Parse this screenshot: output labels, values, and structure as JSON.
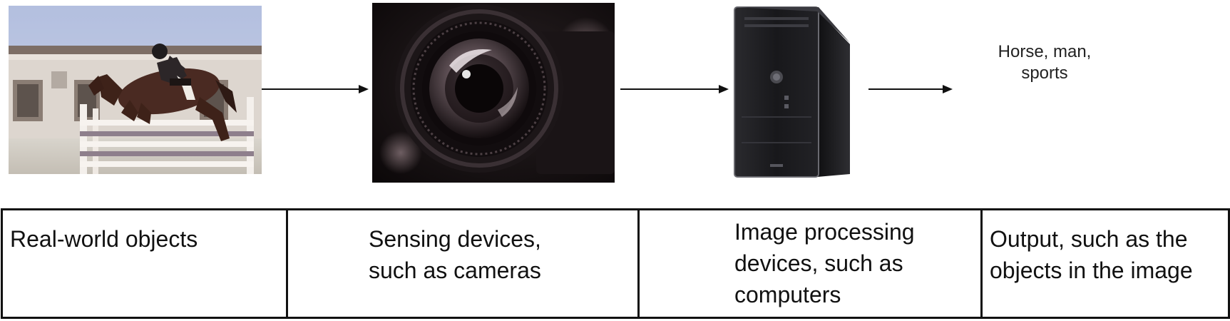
{
  "diagram": {
    "nodes": [
      {
        "id": "real-world-objects",
        "image": "horse-jumping-photo"
      },
      {
        "id": "sensing-devices",
        "image": "camera-lens-photo"
      },
      {
        "id": "image-processing-devices",
        "image": "computer-tower-photo"
      },
      {
        "id": "output",
        "text": "Horse, man,\nsports"
      }
    ],
    "arrows": [
      {
        "from": "real-world-objects",
        "to": "sensing-devices"
      },
      {
        "from": "sensing-devices",
        "to": "image-processing-devices"
      },
      {
        "from": "image-processing-devices",
        "to": "output"
      }
    ],
    "table_labels": [
      "Real-world objects",
      "Sensing devices,\nsuch as cameras",
      "Image processing\ndevices, such as\ncomputers",
      "Output, such as the\nobjects in the image"
    ]
  },
  "colors": {
    "line": "#111111",
    "sky": "#a9b6d8",
    "horse": "#4a2a22",
    "camera_bg": "#1a1214",
    "pc_body": "#1e1e20"
  }
}
